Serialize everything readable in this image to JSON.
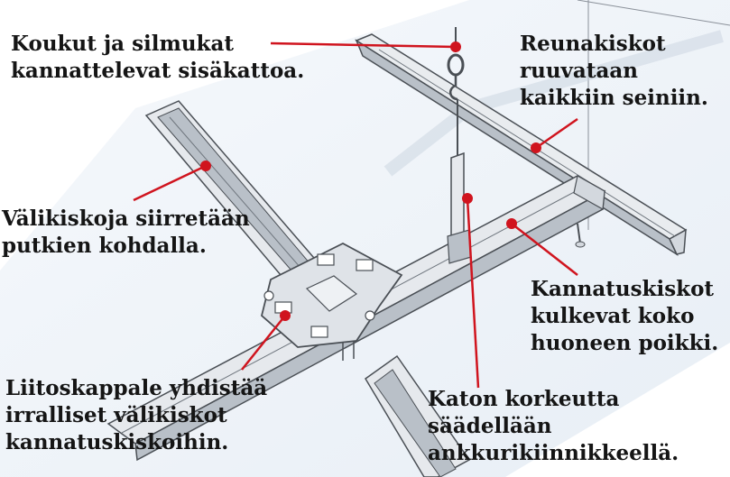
{
  "colors": {
    "leader": "#d0141e",
    "metal_fill": "#e6e9ed",
    "metal_shade": "#b9c0c8",
    "metal_edge": "#4a4f55",
    "sky": "#dde7f2"
  },
  "callouts": {
    "hooks": [
      "Koukut ja silmukat",
      "kannattelevat sisäkattoa."
    ],
    "edge_rails": [
      "Reunakiskot",
      "ruuvataan",
      "kaikkiin seiniin."
    ],
    "cross_rails": [
      "Välikiskoja siirretään",
      "putkien kohdalla."
    ],
    "main_rails": [
      "Kannatuskiskot",
      "kulkevat koko",
      "huoneen poikki."
    ],
    "connector": [
      "Liitoskappale yhdistää",
      "irralliset välikiskot",
      "kannatuskiskoihin."
    ],
    "height": [
      "Katon korkeutta",
      "säädellään",
      "ankkurikiinnikkeellä."
    ]
  }
}
